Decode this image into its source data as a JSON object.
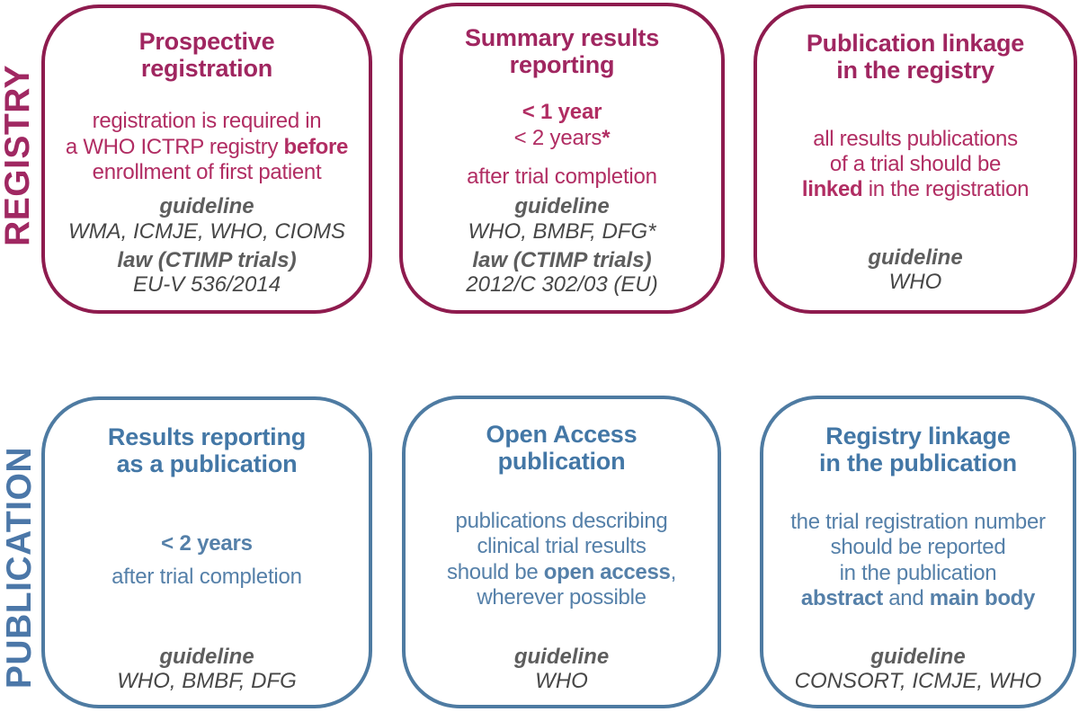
{
  "colors": {
    "registry_border": "#8E1B4E",
    "registry_title": "#A02660",
    "registry_body": "#B12D63",
    "publication_border": "#4E7BA2",
    "publication_title": "#4377A6",
    "publication_body": "#5580A9",
    "label_gray": "#5D5D5D",
    "value_gray": "#474747"
  },
  "registry": {
    "label": "REGISTRY",
    "prospective": {
      "title": "Prospective\nregistration",
      "body": [
        [
          {
            "t": "registration is required in"
          }
        ],
        [
          {
            "t": "a WHO ICTRP registry "
          },
          {
            "t": "before",
            "b": true
          }
        ],
        [
          {
            "t": "enrollment of first patient"
          }
        ]
      ],
      "guideline_label": "guideline",
      "guideline_value": "WMA, ICMJE, WHO, CIOMS",
      "law_label": "law (CTIMP trials)",
      "law_value": "EU-V 536/2014"
    },
    "summary": {
      "title": "Summary results\nreporting",
      "time_primary": "< 1 year",
      "time_secondary": [
        {
          "t": "< 2 years"
        },
        {
          "t": "*",
          "b": true
        }
      ],
      "after": "after trial completion",
      "guideline_label": "guideline",
      "guideline_value": "WHO, BMBF, DFG*",
      "law_label": "law (CTIMP trials)",
      "law_value": "2012/C 302/03 (EU)"
    },
    "linkage": {
      "title": "Publication linkage\nin the registry",
      "body": [
        [
          {
            "t": "all results publications"
          }
        ],
        [
          {
            "t": "of a trial should be"
          }
        ],
        [
          {
            "t": "linked",
            "b": true
          },
          {
            "t": " in the registration"
          }
        ]
      ],
      "guideline_label": "guideline",
      "guideline_value": "WHO"
    }
  },
  "publication": {
    "label": "PUBLICATION",
    "results": {
      "title": "Results reporting\nas a publication",
      "time_primary": "< 2 years",
      "after": "after trial completion",
      "guideline_label": "guideline",
      "guideline_value": "WHO, BMBF, DFG"
    },
    "open_access": {
      "title": "Open Access\npublication",
      "body": [
        [
          {
            "t": "publications describing"
          }
        ],
        [
          {
            "t": "clinical trial results"
          }
        ],
        [
          {
            "t": "should be "
          },
          {
            "t": "open access",
            "b": true
          },
          {
            "t": ","
          }
        ],
        [
          {
            "t": "wherever possible"
          }
        ]
      ],
      "guideline_label": "guideline",
      "guideline_value": "WHO"
    },
    "linkage": {
      "title": "Registry linkage\nin the publication",
      "body": [
        [
          {
            "t": "the trial registration number"
          }
        ],
        [
          {
            "t": "should be reported"
          }
        ],
        [
          {
            "t": "in the publication"
          }
        ],
        [
          {
            "t": "abstract",
            "b": true
          },
          {
            "t": " and "
          },
          {
            "t": "main body",
            "b": true
          }
        ]
      ],
      "guideline_label": "guideline",
      "guideline_value": "CONSORT, ICMJE, WHO"
    }
  }
}
